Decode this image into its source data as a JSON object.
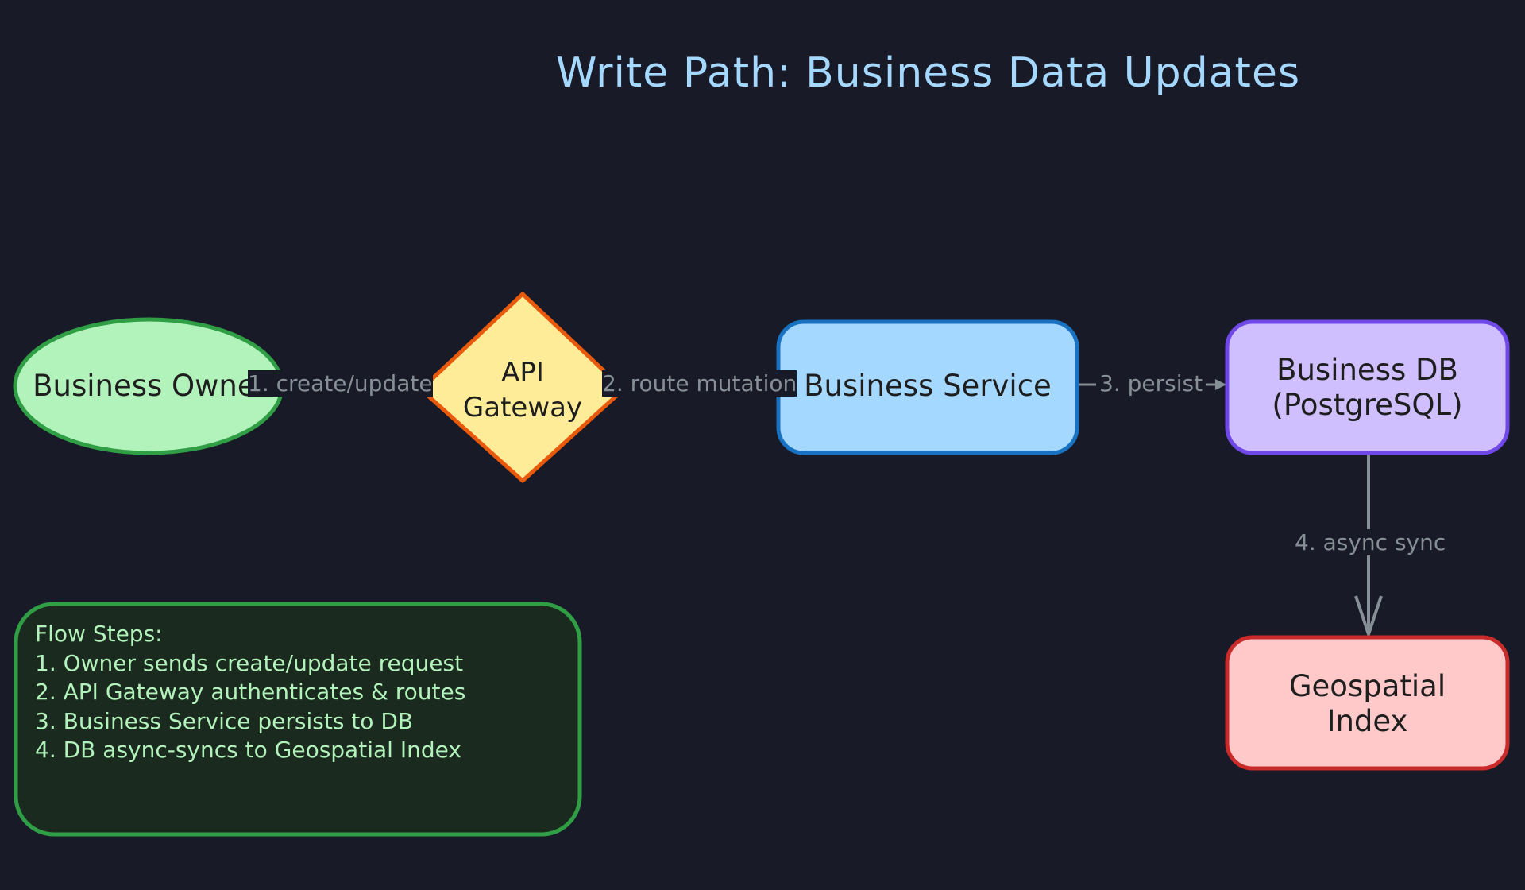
{
  "title": "Write Path: Business Data Updates",
  "nodes": {
    "owner": {
      "label": "Business Owner",
      "fill": "#b2f2bb",
      "stroke": "#2f9e44"
    },
    "gateway": {
      "line1": "API",
      "line2": "Gateway",
      "fill": "#ffec99",
      "stroke": "#e8590c"
    },
    "service": {
      "label": "Business Service",
      "fill": "#a5d8ff",
      "stroke": "#1971c2"
    },
    "db": {
      "line1": "Business DB",
      "line2": "(PostgreSQL)",
      "fill": "#d0bfff",
      "stroke": "#7048e8"
    },
    "geo": {
      "line1": "Geospatial",
      "line2": "Index",
      "fill": "#ffc9c9",
      "stroke": "#c92a2a"
    }
  },
  "edges": {
    "e1": "1. create/update",
    "e2": "2. route mutation",
    "e3": "3. persist",
    "e4": "4. async sync"
  },
  "notes": {
    "heading": "Flow Steps:",
    "lines": [
      "1. Owner sends create/update request",
      "2. API Gateway authenticates & routes",
      "3. Business Service persists to DB",
      "4. DB async-syncs to Geospatial Index"
    ],
    "fill": "#1b2a1e",
    "stroke": "#2f9e44"
  },
  "colors": {
    "background": "#181a27",
    "edge": "#868e96",
    "title": "#a5d8ff"
  }
}
